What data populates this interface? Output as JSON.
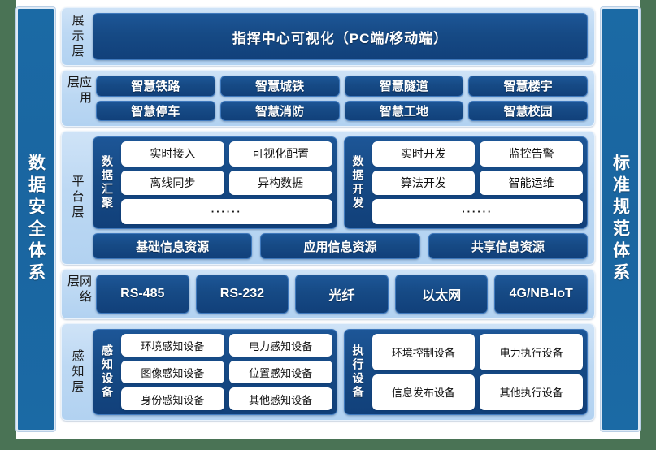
{
  "colors": {
    "page_background": "#ffffff",
    "canvas_background": "#4a7355",
    "pillar_blue": "#1b6aa5",
    "layer_panel_blue": "#bcd8f3",
    "chip_dark_blue": "#164a85",
    "pill_white": "#ffffff",
    "chip_text": "#ffffff",
    "label_text": "#1a1a1a"
  },
  "pillars": {
    "left": {
      "label": "数据安全体系"
    },
    "right": {
      "label": "标准规范体系"
    }
  },
  "layers": [
    {
      "id": "display",
      "label": "展示层",
      "banner": "指挥中心可视化（PC端/移动端）"
    },
    {
      "id": "application",
      "label": "应用层",
      "rows": [
        [
          "智慧铁路",
          "智慧城铁",
          "智慧隧道",
          "智慧楼宇"
        ],
        [
          "智慧停车",
          "智慧消防",
          "智慧工地",
          "智慧校园"
        ]
      ]
    },
    {
      "id": "platform",
      "label": "平台层",
      "groups": [
        {
          "title": "数据汇聚",
          "rows": [
            [
              "实时接入",
              "可视化配置"
            ],
            [
              "离线同步",
              "异构数据"
            ]
          ],
          "ellipsis": "······"
        },
        {
          "title": "数据开发",
          "rows": [
            [
              "实时开发",
              "监控告警"
            ],
            [
              "算法开发",
              "智能运维"
            ]
          ],
          "ellipsis": "······"
        }
      ],
      "resources": [
        "基础信息资源",
        "应用信息资源",
        "共享信息资源"
      ]
    },
    {
      "id": "network",
      "label": "网络层",
      "items": [
        "RS-485",
        "RS-232",
        "光纤",
        "以太网",
        "4G/NB-IoT"
      ]
    },
    {
      "id": "perception",
      "label": "感知层",
      "groups": [
        {
          "title": "感知设备",
          "rows": [
            [
              "环境感知设备",
              "电力感知设备"
            ],
            [
              "图像感知设备",
              "位置感知设备"
            ],
            [
              "身份感知设备",
              "其他感知设备"
            ]
          ]
        },
        {
          "title": "执行设备",
          "rows": [
            [
              "环境控制设备",
              "电力执行设备"
            ],
            [
              "信息发布设备",
              "其他执行设备"
            ]
          ]
        }
      ]
    }
  ]
}
